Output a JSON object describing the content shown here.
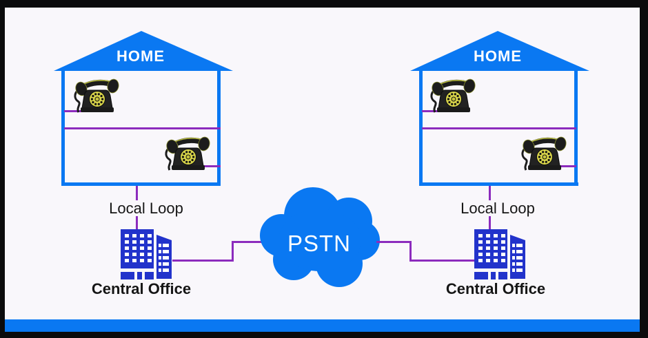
{
  "colors": {
    "accent_blue": "#0a78f2",
    "building_blue": "#2233cb",
    "wire_purple": "#8c2bbd",
    "canvas_bg": "#f9f7fb",
    "frame_black": "#0b0b0c",
    "label_dark": "#161616",
    "label_light": "#ffffff",
    "phone_dial_yellow": "#d8d44a"
  },
  "icons": {
    "phone": "rotary-phone-icon",
    "central_office": "office-building-icon",
    "network": "pstn-cloud-icon"
  },
  "network": {
    "cloud_label": "PSTN",
    "sites": [
      {
        "side": "left",
        "house_label": "HOME",
        "loop_label": "Local Loop",
        "office_label": "Central Office",
        "phone_count": 2
      },
      {
        "side": "right",
        "house_label": "HOME",
        "loop_label": "Local Loop",
        "office_label": "Central Office",
        "phone_count": 2
      }
    ]
  }
}
